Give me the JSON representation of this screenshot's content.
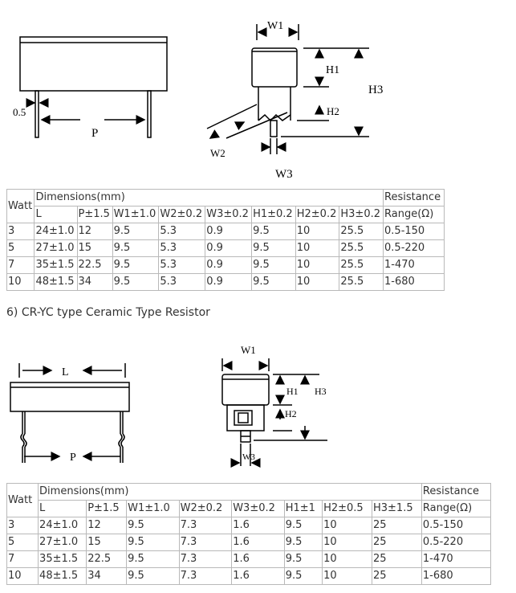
{
  "section1": {
    "diagram_labels": {
      "pin_offset": "0.5",
      "pitch": "P",
      "w1": "W1",
      "h1": "H1",
      "h2": "H2",
      "h3": "H3",
      "w2": "W2",
      "w3": "W3"
    },
    "table": {
      "watt_header": "Watt",
      "dimensions_header": "Dimensions(mm)",
      "resistance_header_line1": "Resistance",
      "resistance_header_line2": "Range(Ω)",
      "columns": [
        "L",
        "P±1.5",
        "W1±1.0",
        "W2±0.2",
        "W3±0.2",
        "H1±0.2",
        "H2±0.2",
        "H3±0.2"
      ],
      "rows": [
        {
          "watt": "3",
          "cells": [
            "24±1.0",
            "12",
            "9.5",
            "5.3",
            "0.9",
            "9.5",
            "10",
            "25.5"
          ],
          "range": "0.5-150"
        },
        {
          "watt": "5",
          "cells": [
            "27±1.0",
            "15",
            "9.5",
            "5.3",
            "0.9",
            "9.5",
            "10",
            "25.5"
          ],
          "range": "0.5-220"
        },
        {
          "watt": "7",
          "cells": [
            "35±1.5",
            "22.5",
            "9.5",
            "5.3",
            "0.9",
            "9.5",
            "10",
            "25.5"
          ],
          "range": "1-470"
        },
        {
          "watt": "10",
          "cells": [
            "48±1.5",
            "34",
            "9.5",
            "5.3",
            "0.9",
            "9.5",
            "10",
            "25.5"
          ],
          "range": "1-680"
        }
      ]
    }
  },
  "section2": {
    "heading": "6) CR-YC type Ceramic Type Resistor",
    "diagram_labels": {
      "length": "L",
      "pitch": "P",
      "w1": "W1",
      "h1": "H1",
      "h2": "H2",
      "h3": "H3",
      "w3": "W3"
    },
    "table": {
      "watt_header": "Watt",
      "dimensions_header": "Dimensions(mm)",
      "resistance_header_line1": "Resistance",
      "resistance_header_line2": "Range(Ω)",
      "columns": [
        "L",
        "P±1.5",
        "W1±1.0",
        "W2±0.2",
        "W3±0.2",
        "H1±1",
        "H2±0.5",
        "H3±1.5"
      ],
      "rows": [
        {
          "watt": "3",
          "cells": [
            "24±1.0",
            "12",
            "9.5",
            "7.3",
            "1.6",
            "9.5",
            "10",
            "25"
          ],
          "range": "0.5-150"
        },
        {
          "watt": "5",
          "cells": [
            "27±1.0",
            "15",
            "9.5",
            "7.3",
            "1.6",
            "9.5",
            "10",
            "25"
          ],
          "range": "0.5-220"
        },
        {
          "watt": "7",
          "cells": [
            "35±1.5",
            "22.5",
            "9.5",
            "7.3",
            "1.6",
            "9.5",
            "10",
            "25"
          ],
          "range": "1-470"
        },
        {
          "watt": "10",
          "cells": [
            "48±1.5",
            "34",
            "9.5",
            "7.3",
            "1.6",
            "9.5",
            "10",
            "25"
          ],
          "range": "1-680"
        }
      ]
    }
  }
}
